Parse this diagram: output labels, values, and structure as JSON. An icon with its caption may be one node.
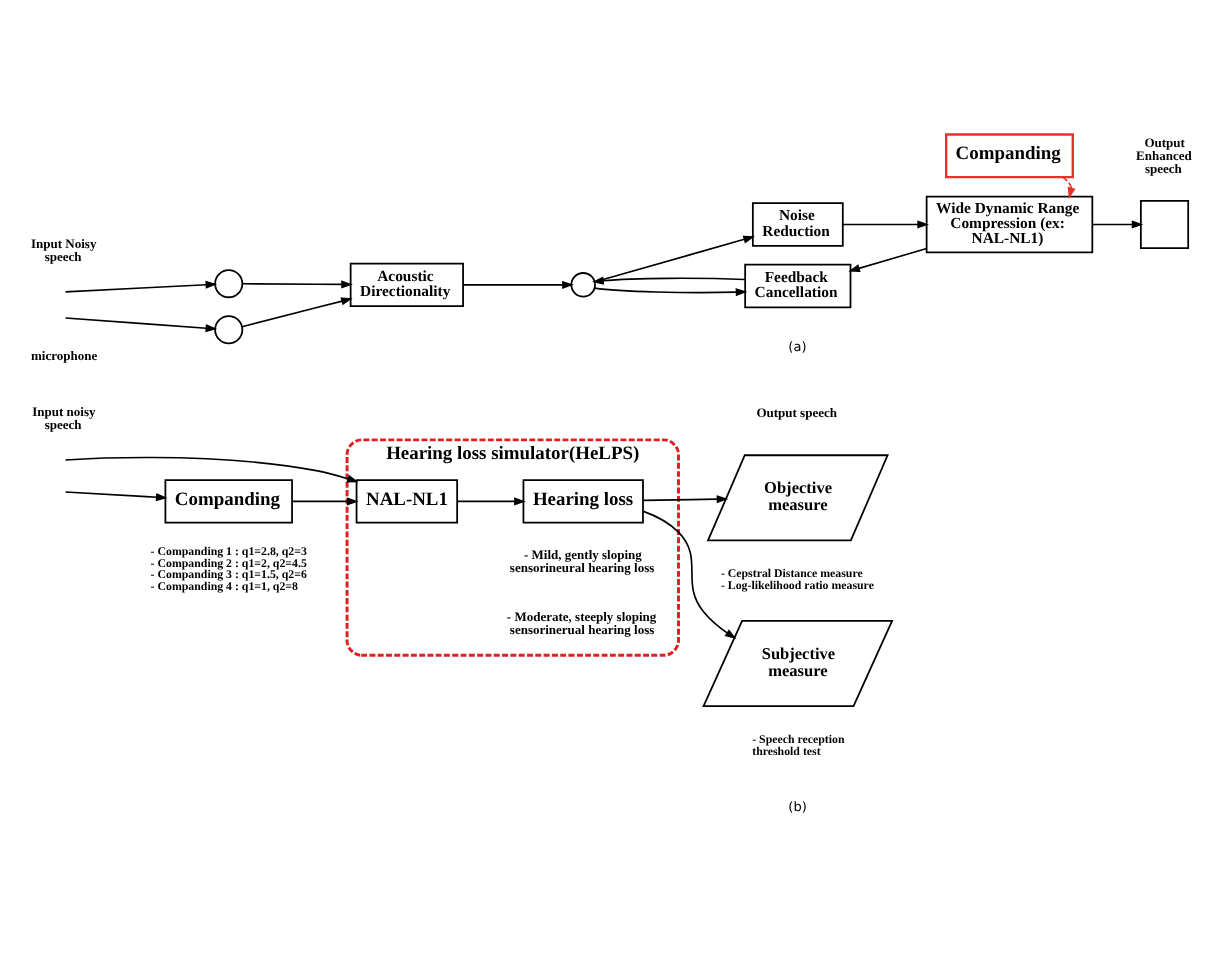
{
  "diagram": {
    "nodes": [
      {
        "text": [],
        "shape": "circle"
      },
      {
        "text": [],
        "shape": "circle"
      },
      {
        "text": [
          "Acoustic Directionality"
        ]
      },
      {
        "text": [],
        "shape": "circle"
      },
      {
        "text": [
          "Noise Reduction"
        ]
      },
      {
        "text": [
          "Companding"
        ]
      },
      {
        "text": [
          "Wide Dynamic Range Compression (ex: NAL-NL1)"
        ]
      },
      {
        "text": [],
        "shape": "box"
      },
      {
        "text": [
          "Feedback Cancellation"
        ]
      },
      {
        "text": [
          "Hearing loss simulator(HeLPS)",
          "- Mild, gently sloping sensorineural hearing loss",
          "- Moderate, steeply sloping sensorinerual hearing loss"
        ]
      },
      {
        "text": [
          "NAL-NL1"
        ],
        "in": 9
      },
      {
        "text": [
          "Hearing loss"
        ],
        "in": 9
      },
      {
        "text": [
          "Companding"
        ],
        "beside": [
          "- Companding 1 : q1=2.8, q2=3",
          "- Companding 2 : q1=2, q2=4.5",
          "- Companding 3 : q1=1.5, q2=6",
          "- Companding 4 : q1=1, q2=8"
        ]
      },
      {
        "text": [
          "Objective measure"
        ],
        "beside": [
          "- Cepstral Distance measure",
          "- Log-likelihood ratio measure"
        ]
      },
      {
        "text": [
          "Subjective measure"
        ],
        "beside": [
          "- Speech reception threshold test"
        ]
      }
    ],
    "edges": [
      {
        "from": null,
        "to": 0,
        "arrow": "to"
      },
      {
        "from": null,
        "to": 1,
        "arrow": "to"
      },
      {
        "from": 0,
        "to": 2,
        "arrow": "to"
      },
      {
        "from": 1,
        "to": 2,
        "arrow": "to"
      },
      {
        "from": 2,
        "to": 3,
        "arrow": "to"
      },
      {
        "from": 3,
        "to": 4,
        "arrow": "to"
      },
      {
        "from": 4,
        "to": 6,
        "arrow": "to"
      },
      {
        "from": 5,
        "to": 6,
        "arrow": "to",
        "style": "dashed",
        "color": "#e8312f"
      },
      {
        "from": 6,
        "to": 7,
        "arrow": "to"
      },
      {
        "from": 3,
        "to": 8,
        "arrow": "to"
      },
      {
        "from": 6,
        "to": 8,
        "arrow": "to"
      },
      {
        "from": 8,
        "to": 3,
        "arrow": "to"
      },
      {
        "from": null,
        "to": 10,
        "arrow": "to"
      },
      {
        "from": null,
        "to": 12,
        "arrow": "to"
      },
      {
        "from": 12,
        "to": 10,
        "arrow": "to"
      },
      {
        "from": 10,
        "to": 11,
        "arrow": "to"
      },
      {
        "from": 11,
        "to": 13,
        "arrow": "to"
      },
      {
        "from": 11,
        "to": 14,
        "arrow": "to"
      }
    ],
    "labels": [
      "Input Noisy speech",
      "Output Enhanced speech",
      "microphone",
      "(a)",
      "Input noisy speech",
      "Output speech",
      "(b)"
    ]
  }
}
